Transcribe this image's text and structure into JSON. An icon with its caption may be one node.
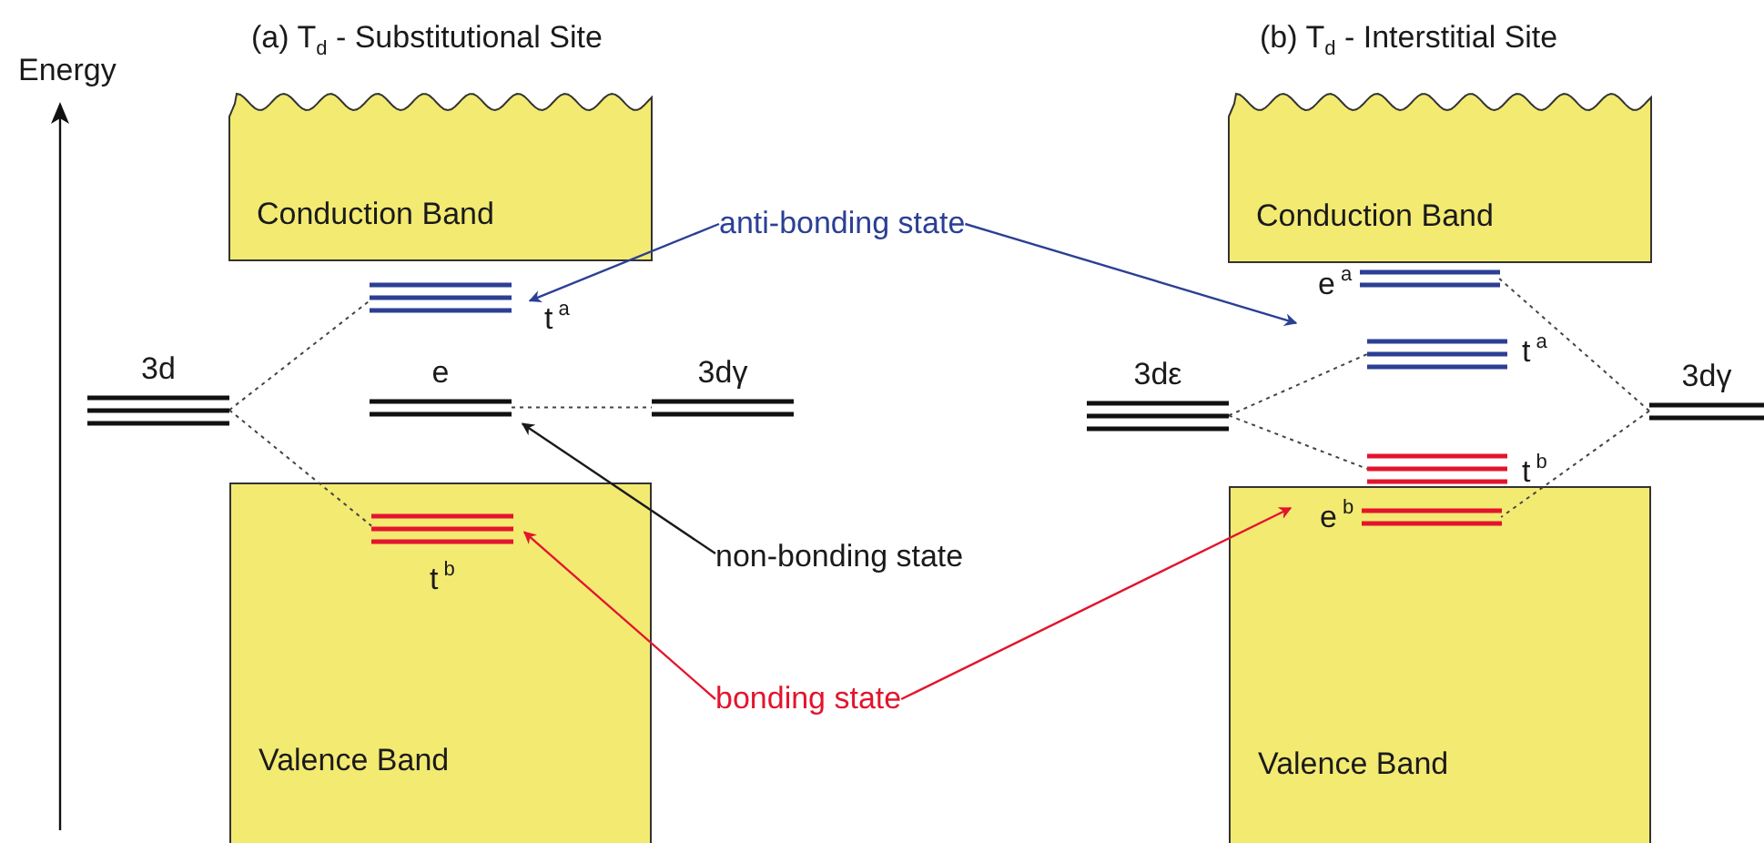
{
  "diagram": {
    "nodes": [
      {
        "text": [
          "Conduction Band"
        ]
      },
      {
        "text": [
          "Valence Band"
        ]
      },
      {
        "text": [
          "3d"
        ]
      },
      {
        "text": [
          "t$^{a}$"
        ]
      },
      {
        "text": [
          "e"
        ]
      },
      {
        "text": [
          "3dγ"
        ]
      },
      {
        "text": [
          "t$^{b}$"
        ],
        "in": 1
      },
      {
        "text": [
          "anti-bonding state"
        ]
      },
      {
        "text": [
          "non-bonding state"
        ]
      },
      {
        "text": [
          "bonding state"
        ]
      },
      {
        "text": [
          "Conduction Band"
        ]
      },
      {
        "text": [
          "Valence Band"
        ]
      },
      {
        "text": [
          "3dε"
        ]
      },
      {
        "text": [
          "e$^{a}$"
        ]
      },
      {
        "text": [
          "t$^{a}$"
        ]
      },
      {
        "text": [
          "t$^{b}$"
        ]
      },
      {
        "text": [
          "e$^{b}$"
        ],
        "in": 11
      },
      {
        "text": [
          "3dγ"
        ]
      }
    ],
    "edges": [
      {
        "from": 2,
        "to": 3,
        "arrow": "none",
        "style": "dashed"
      },
      {
        "from": 2,
        "to": 6,
        "arrow": "none",
        "style": "dashed"
      },
      {
        "from": 4,
        "to": 5,
        "arrow": "none",
        "style": "dashed"
      },
      {
        "from": 12,
        "to": 14,
        "arrow": "none",
        "style": "dashed"
      },
      {
        "from": 12,
        "to": 15,
        "arrow": "none",
        "style": "dashed"
      },
      {
        "from": 17,
        "to": 13,
        "arrow": "none",
        "style": "dashed"
      },
      {
        "from": 17,
        "to": 16,
        "arrow": "none",
        "style": "dashed"
      },
      {
        "from": 7,
        "to": 3,
        "arrow": "to",
        "color": "#2b3f94"
      },
      {
        "from": 8,
        "to": 4,
        "arrow": "to",
        "color": "#1a1a1a"
      },
      {
        "from": 9,
        "to": 6,
        "arrow": "to",
        "color": "#e3142d"
      },
      {
        "from": 7,
        "to": 13,
        "arrow": "to",
        "color": "#2b3f94"
      },
      {
        "from": 9,
        "to": 16,
        "arrow": "to",
        "color": "#e3142d"
      }
    ],
    "labels": [
      "Energy",
      "(a) T$_{d}$ - Substitutional Site",
      "(b) T$_{d}$ - Interstitial Site"
    ]
  }
}
